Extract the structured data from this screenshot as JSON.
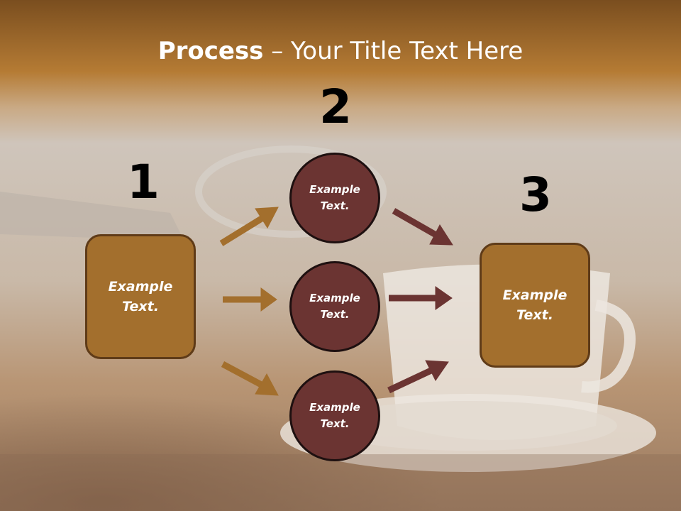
{
  "title": {
    "bold": "Process",
    "rest": " – Your Title Text Here"
  },
  "numbers": {
    "one": "1",
    "two": "2",
    "three": "3"
  },
  "left_box": {
    "text": "Example\nText."
  },
  "right_box": {
    "text": "Example\nText."
  },
  "circles": [
    {
      "text": "Example\nText."
    },
    {
      "text": "Example\nText."
    },
    {
      "text": "Example\nText."
    }
  ],
  "colors": {
    "header_band": "#b57a34",
    "box_fill": "#a36f2d",
    "circle_fill": "#6b3432",
    "arrow_left": "#a36f2d",
    "arrow_right": "#6b3432"
  }
}
